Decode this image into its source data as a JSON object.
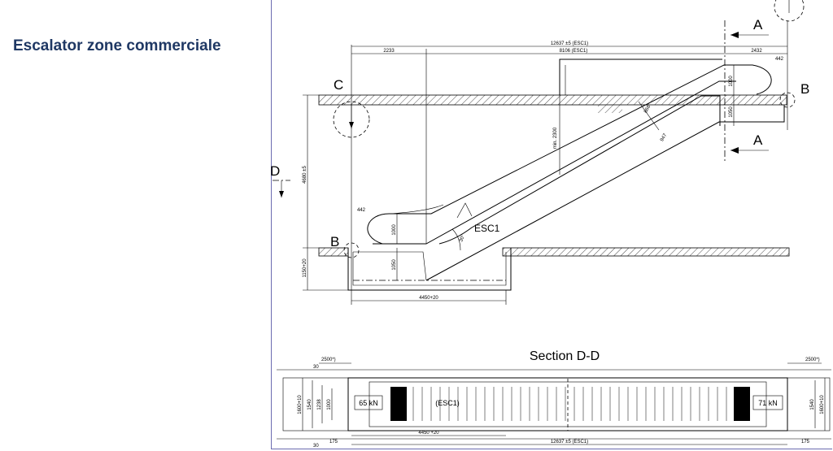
{
  "slide": {
    "title": "Escalator zone commerciale"
  },
  "drawing": {
    "section_title": "Section D-D",
    "escalator_label": "ESC1",
    "escalator_label_plan": "(ESC1)",
    "angle": "30°",
    "markers": {
      "a_top": "A",
      "a_bottom": "A",
      "b_right": "B",
      "b_left": "B",
      "c": "C",
      "d": "D"
    },
    "dims": {
      "total_top": "12637 ±5 (ESC1)",
      "left_seg": "2233",
      "mid_seg": "8106 (ESC1)",
      "right_seg": "2432",
      "right_442": "442",
      "left_442": "442",
      "upper_1000": "1000",
      "upper_1050": "1050",
      "d_866": "866",
      "d_947": "947",
      "min_2300": "min. 2300",
      "rise": "4680 ±5",
      "lower_1000": "1000",
      "lower_1050": "1050",
      "pit_depth": "1150+20",
      "pit_len": "4450+20",
      "plan_2500_left": "2500*)",
      "plan_2500_right": "2500*)",
      "plan_30_top": "30",
      "plan_30_bottom": "30",
      "plan_w1": "1600+10",
      "plan_w2": "1540",
      "plan_w3": "1238",
      "plan_w4": "1000",
      "plan_175_left": "175",
      "plan_175_right": "175",
      "plan_pit": "4450 +20",
      "plan_total": "12637 ±5 (ESC1)",
      "load_left": "65 kN",
      "load_right": "71 kN"
    }
  }
}
